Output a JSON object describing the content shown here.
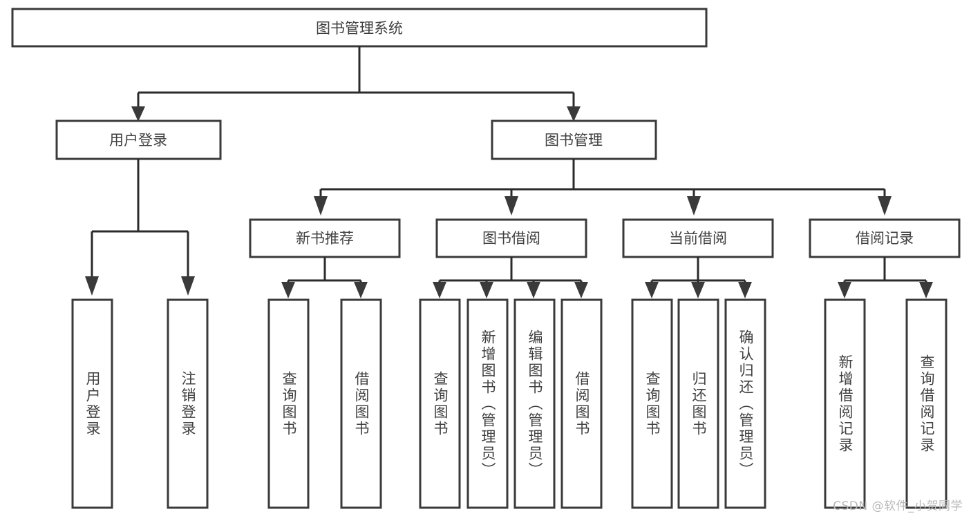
{
  "diagram": {
    "title": "图书管理系统",
    "type": "tree-hierarchy-diagram",
    "watermark": "CSDN @软件_小贺同学",
    "colors": {
      "background": "#ffffff",
      "box_border": "#3a3a3a",
      "box_fill": "#ffffff",
      "connector": "#2b2b2b",
      "text": "#404040",
      "watermark": "#b9b9b9"
    },
    "root": {
      "label": "图书管理系统",
      "orientation": "horizontal"
    },
    "level2": [
      {
        "label": "用户登录",
        "orientation": "horizontal"
      },
      {
        "label": "图书管理",
        "orientation": "horizontal"
      }
    ],
    "level3": [
      {
        "label": "新书推荐",
        "orientation": "horizontal"
      },
      {
        "label": "图书借阅",
        "orientation": "horizontal"
      },
      {
        "label": "当前借阅",
        "orientation": "horizontal"
      },
      {
        "label": "借阅记录",
        "orientation": "horizontal"
      }
    ],
    "leaves": {
      "user_login": [
        {
          "label": "用户登录",
          "orientation": "vertical"
        },
        {
          "label": "注销登录",
          "orientation": "vertical"
        }
      ],
      "new_book_recommend": [
        {
          "label": "查询图书",
          "orientation": "vertical"
        },
        {
          "label": "借阅图书",
          "orientation": "vertical"
        }
      ],
      "book_borrow": [
        {
          "label": "查询图书",
          "orientation": "vertical"
        },
        {
          "label": "新增图书（管理员）",
          "orientation": "vertical"
        },
        {
          "label": "编辑图书（管理员）",
          "orientation": "vertical"
        },
        {
          "label": "借阅图书",
          "orientation": "vertical"
        }
      ],
      "current_borrow": [
        {
          "label": "查询图书",
          "orientation": "vertical"
        },
        {
          "label": "归还图书",
          "orientation": "vertical"
        },
        {
          "label": "确认归还（管理员）",
          "orientation": "vertical"
        }
      ],
      "borrow_record": [
        {
          "label": "新增借阅记录",
          "orientation": "vertical"
        },
        {
          "label": "查询借阅记录",
          "orientation": "vertical"
        }
      ]
    }
  }
}
